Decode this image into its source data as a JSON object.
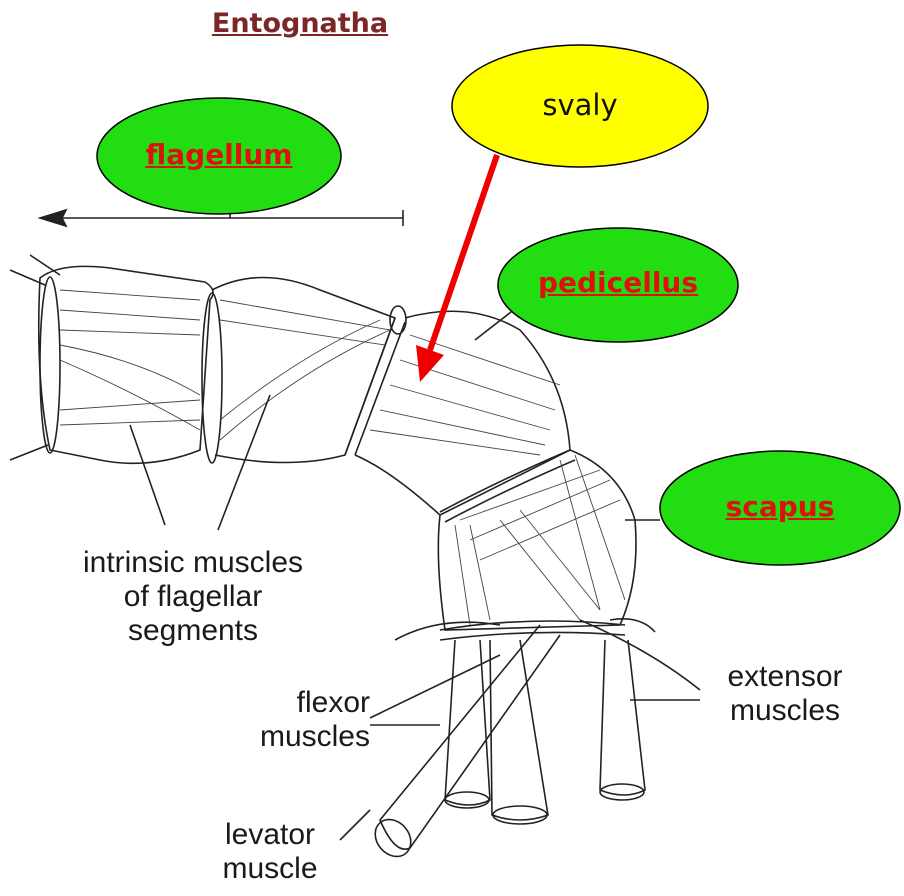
{
  "title": "Entognatha",
  "callouts": {
    "flagellum": "flagellum",
    "pedicellus": "pedicellus",
    "scapus": "scapus",
    "svaly": "svaly"
  },
  "labels": {
    "intrinsic": [
      "intrinsic muscles",
      "of flagellar",
      "segments"
    ],
    "flexor": [
      "flexor",
      "muscles"
    ],
    "extensor": [
      "extensor",
      "muscles"
    ],
    "levator": [
      "levator",
      "muscle"
    ]
  },
  "colors": {
    "title": "#7b2727",
    "callout_fill_green": "#22dd11",
    "callout_fill_yellow": "#ffff00",
    "callout_text": "#e01010",
    "arrow": "#ee0000"
  }
}
